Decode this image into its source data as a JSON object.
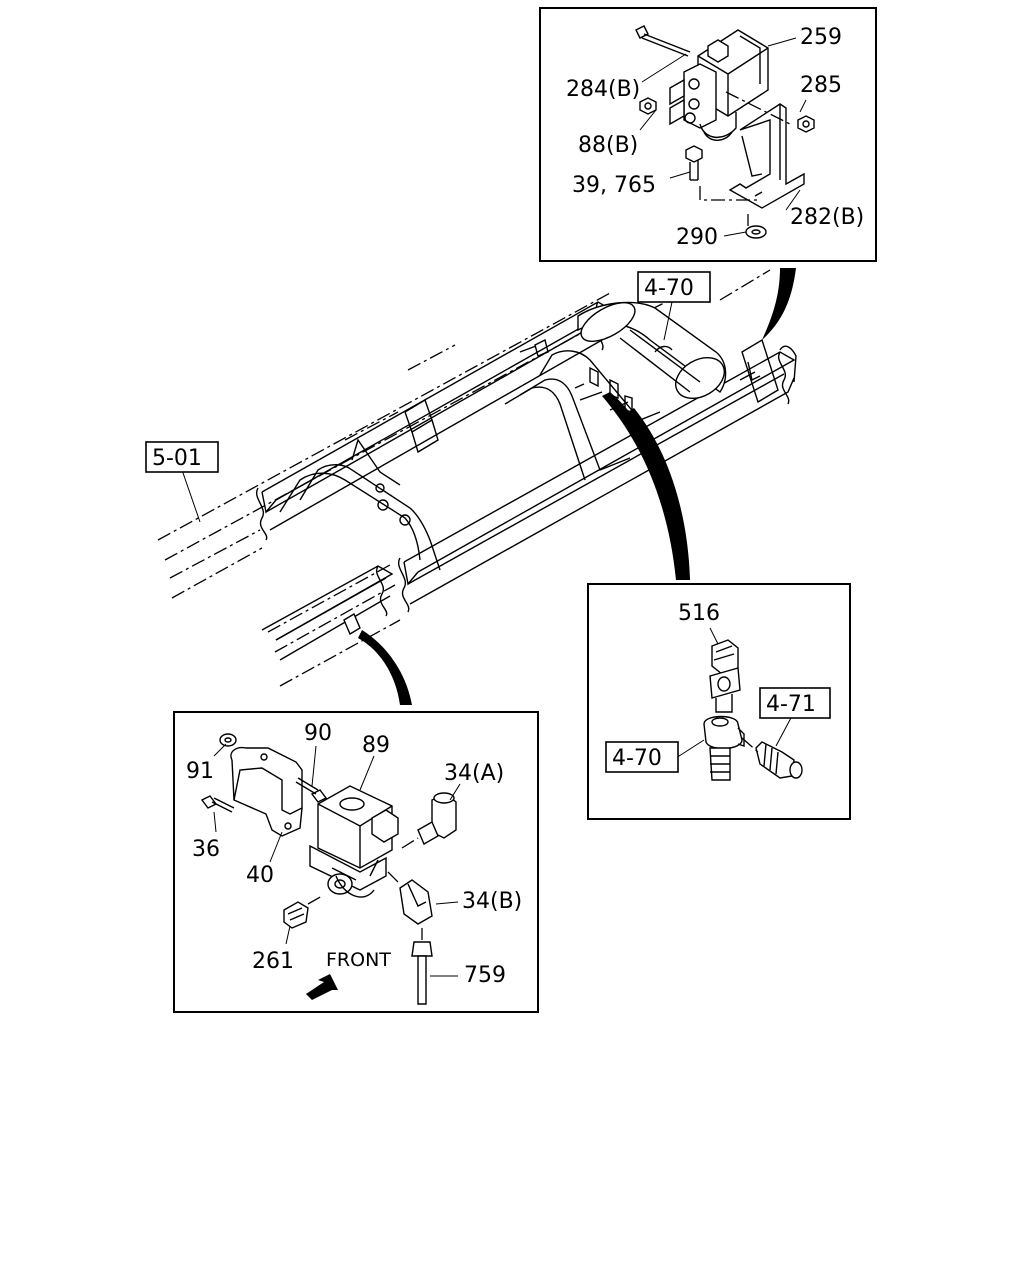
{
  "callouts": {
    "ref_4_70_top": "4-70",
    "ref_5_01": "5-01",
    "ref_4_71": "4-71",
    "ref_4_70_inset": "4-70",
    "p259": "259",
    "p284b": "284(B)",
    "p285": "285",
    "p88b": "88(B)",
    "p39_765": "39, 765",
    "p282b": "282(B)",
    "p290": "290",
    "p516": "516",
    "p90": "90",
    "p89": "89",
    "p91": "91",
    "p34a": "34(A)",
    "p36": "36",
    "p40": "40",
    "p34b": "34(B)",
    "p261": "261",
    "p759": "759"
  },
  "front_label": "FRONT"
}
